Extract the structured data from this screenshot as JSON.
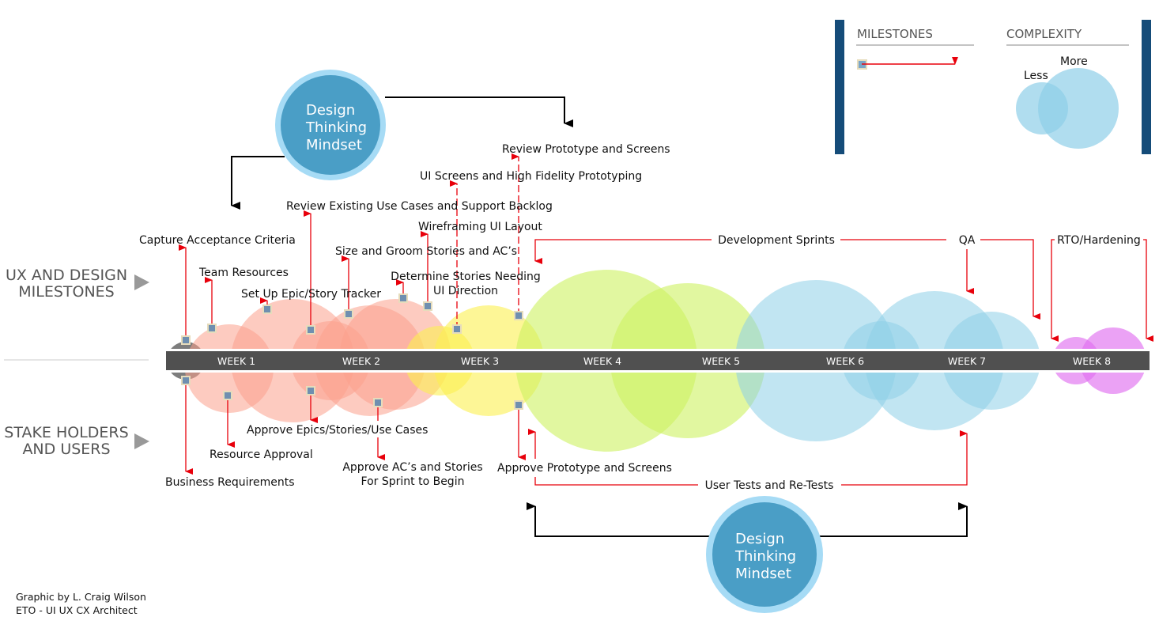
{
  "legend": {
    "milestones_title": "MILESTONES",
    "complexity_title": "COMPLEXITY",
    "less_label": "Less",
    "more_label": "More"
  },
  "lanes": {
    "top": [
      "UX AND DESIGN",
      "MILESTONES"
    ],
    "bottom": [
      "STAKE HOLDERS",
      "AND USERS"
    ]
  },
  "weeks": [
    "WEEK 1",
    "WEEK 2",
    "WEEK 3",
    "WEEK 4",
    "WEEK 5",
    "WEEK 6",
    "WEEK 7",
    "WEEK 8"
  ],
  "design_thinking": {
    "top": [
      "Design",
      "Thinking",
      "Mindset"
    ],
    "bottom": [
      "Design",
      "Thinking",
      "Mindset"
    ]
  },
  "ux_milestones": [
    "Capture Acceptance Criteria",
    "Team Resources",
    "Set Up Epic/Story Tracker",
    "Review Existing Use Cases and Support Backlog",
    "Size and Groom Stories and AC’s",
    "Determine Stories Needing",
    "UI Direction",
    "Wireframing UI Layout",
    "UI Screens and High Fidelity Prototyping",
    "Review Prototype and Screens",
    "Development Sprints",
    "QA",
    "RTO/Hardening"
  ],
  "stakeholder_milestones": [
    "Business Requirements",
    "Resource Approval",
    "Approve Epics/Stories/Use Cases",
    "Approve AC’s and Stories",
    "For Sprint to Begin",
    "Approve Prototype and Screens",
    "User Tests and Re-Tests"
  ],
  "credit": [
    "Graphic by L. Craig Wilson",
    "ETO - UI UX CX Architect"
  ],
  "colors": {
    "arrow": "#e8000b",
    "timeline": "#505050",
    "legend_bar": "#154c79",
    "design_circle": "#4a9ec6",
    "design_ring": "#a6dbf5",
    "salmon": "#fca08c",
    "yellow": "#fcf050",
    "lime": "#cdf260",
    "blue": "#8ecfe8",
    "magenta": "#e070f0"
  }
}
